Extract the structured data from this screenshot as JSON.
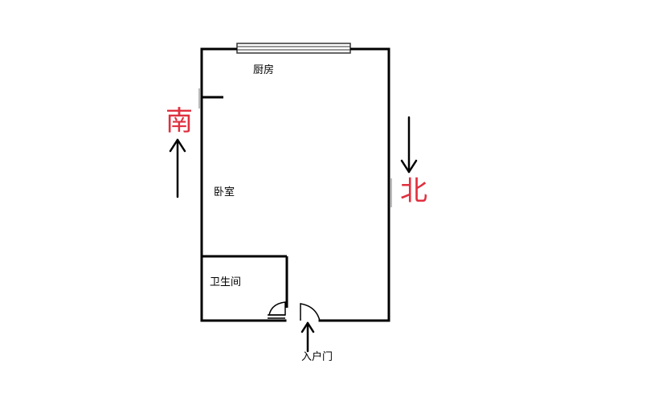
{
  "rooms": {
    "kitchen": "厨房",
    "bedroom": "卧室",
    "bathroom": "卫生间"
  },
  "entrance": {
    "label": "入户门"
  },
  "directions": {
    "south": "南",
    "north": "北"
  },
  "colors": {
    "wall": "#000000",
    "direction_text": "#e0303f",
    "window_frame": "#444444"
  },
  "icons": {
    "south_arrow": "arrow-up-icon",
    "north_arrow": "arrow-down-icon",
    "entrance_arrow": "arrow-up-icon",
    "door": "door-swing-icon",
    "window": "window-icon"
  }
}
